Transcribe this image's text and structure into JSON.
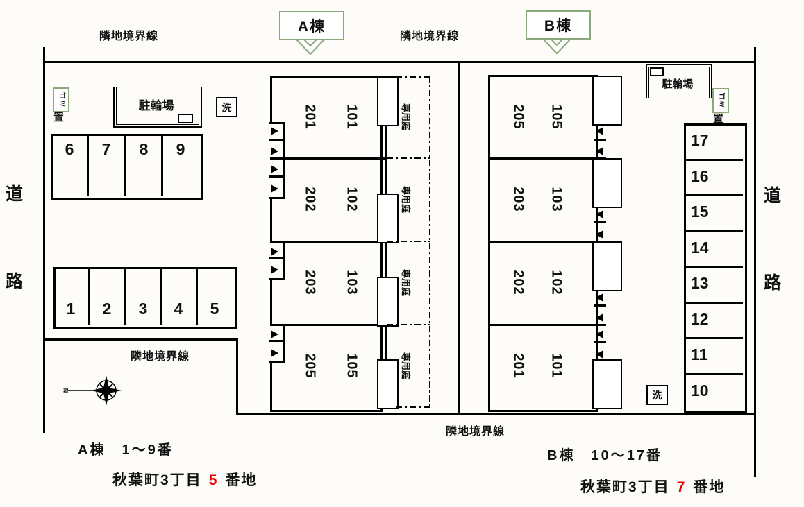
{
  "colors": {
    "accent_green": "#8ba87b",
    "highlight_red": "#e60000",
    "line_black": "#000000"
  },
  "tags": {
    "a": "A棟",
    "b": "B棟"
  },
  "boundaries": {
    "top_left": "隣地境界線",
    "top_right": "隣地境界線",
    "bottom_left": "隣地境界線",
    "bottom_right": "隣地境界線"
  },
  "roads": {
    "left_1": "道",
    "left_2": "路",
    "right_1": "道",
    "right_2": "路"
  },
  "facilities": {
    "bike_left": "駐輪場",
    "bike_right": "駐輪場",
    "trash_boxed": "ゴミ",
    "trash_below": "置",
    "wash_left": "洗",
    "wash_right": "洗",
    "garden": "専用庭"
  },
  "compass": {
    "north": "N"
  },
  "buildings": {
    "a": {
      "units": [
        {
          "upper": "201",
          "lower": "101"
        },
        {
          "upper": "202",
          "lower": "102"
        },
        {
          "upper": "203",
          "lower": "103"
        },
        {
          "upper": "205",
          "lower": "105"
        }
      ]
    },
    "b": {
      "units": [
        {
          "upper": "205",
          "lower": "105"
        },
        {
          "upper": "203",
          "lower": "103"
        },
        {
          "upper": "202",
          "lower": "102"
        },
        {
          "upper": "201",
          "lower": "101"
        }
      ]
    }
  },
  "parking": {
    "row_upper": [
      "6",
      "7",
      "8",
      "9"
    ],
    "row_lower": [
      "1",
      "2",
      "3",
      "4",
      "5"
    ],
    "column": [
      "17",
      "16",
      "15",
      "14",
      "13",
      "12",
      "11",
      "10"
    ]
  },
  "footer": {
    "a_caption": "A棟　1〜9番",
    "a_address": {
      "prefix": "秋葉町3丁目",
      "number": "5",
      "suffix": "番地"
    },
    "b_caption": "B棟　10〜17番",
    "b_address": {
      "prefix": "秋葉町3丁目",
      "number": "7",
      "suffix": "番地"
    }
  }
}
